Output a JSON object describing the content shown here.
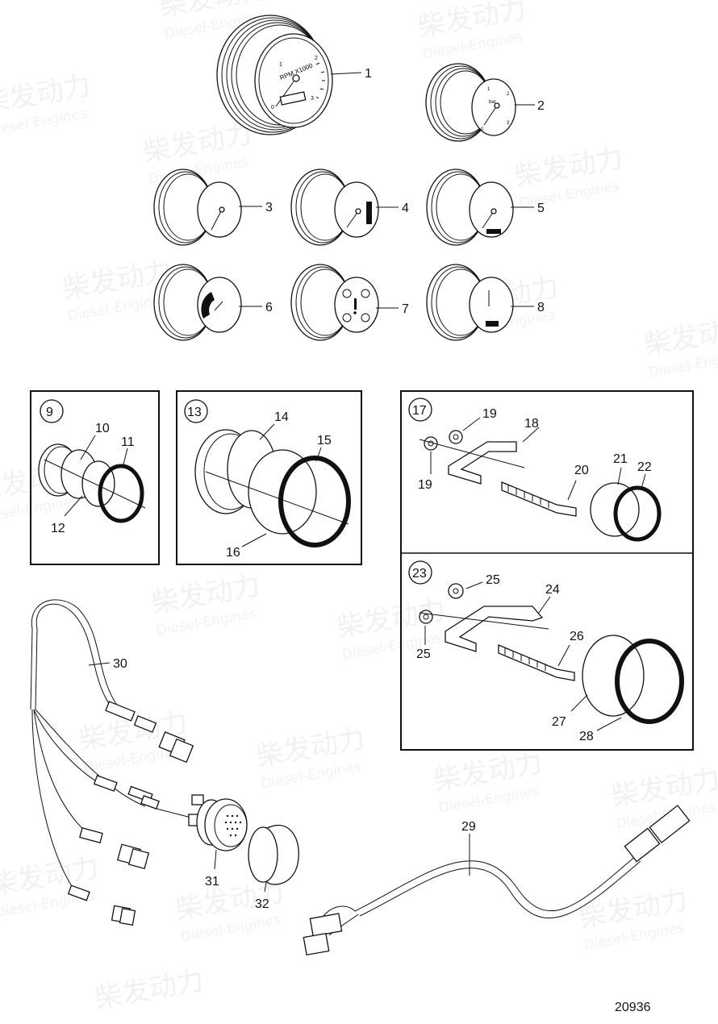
{
  "diagram_number": "20936",
  "watermark": {
    "logo_cn": "柴发动力",
    "logo_en": "Diesel-Engines"
  },
  "gauge_faces": {
    "tacho_text": "RPM X1000",
    "tacho_ticks": [
      "0",
      "1",
      "2",
      "3"
    ],
    "pressure_unit": "bar",
    "pressure_ticks": [
      "0",
      "1",
      "2",
      "3"
    ]
  },
  "boxes": {
    "box_9": "9",
    "box_13": "13",
    "box_17": "17",
    "box_23": "23"
  },
  "parts": {
    "p1": "1",
    "p2": "2",
    "p3": "3",
    "p4": "4",
    "p5": "5",
    "p6": "6",
    "p7": "7",
    "p8": "8",
    "p10": "10",
    "p11": "11",
    "p12": "12",
    "p14": "14",
    "p15": "15",
    "p16": "16",
    "p18": "18",
    "p19a": "19",
    "p19b": "19",
    "p20": "20",
    "p21": "21",
    "p22": "22",
    "p24": "24",
    "p25a": "25",
    "p25b": "25",
    "p26": "26",
    "p27": "27",
    "p28": "28",
    "p29": "29",
    "p30": "30",
    "p31": "31",
    "p32": "32"
  }
}
